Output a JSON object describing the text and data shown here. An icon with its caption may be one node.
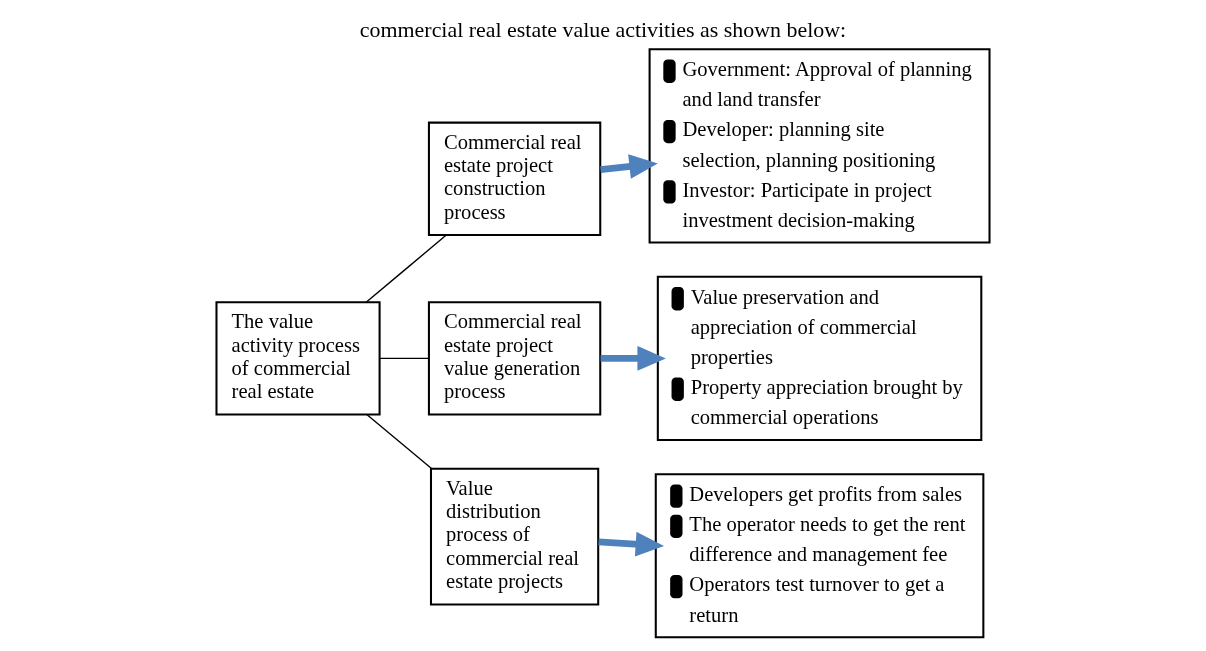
{
  "diagram": {
    "title": "commercial real estate value activities as shown below:",
    "nodes": [
      {
        "text": [
          "The value activity process of commercial real estate"
        ]
      },
      {
        "text": [
          "Commercial real estate project construction process"
        ]
      },
      {
        "text": [
          "Commercial real estate project value generation process"
        ]
      },
      {
        "text": [
          "Value distribution process of commercial real estate projects"
        ]
      },
      {
        "text": [
          "Government: Approval of planning and land transfer",
          "Developer: planning site selection, planning positioning",
          "Investor: Participate in project investment decision-making"
        ]
      },
      {
        "text": [
          "Value preservation and appreciation of commercial properties",
          "Property appreciation brought by commercial operations"
        ]
      },
      {
        "text": [
          "Developers get profits from sales",
          "The operator needs to get the rent difference and management fee",
          "Operators test turnover to get a return"
        ]
      }
    ],
    "edges": [
      {
        "from": 0,
        "to": 1,
        "arrow": "none"
      },
      {
        "from": 0,
        "to": 2,
        "arrow": "none"
      },
      {
        "from": 0,
        "to": 3,
        "arrow": "none"
      },
      {
        "from": 1,
        "to": 4,
        "arrow": "to",
        "style": "thick",
        "color": "#4f81bd"
      },
      {
        "from": 2,
        "to": 5,
        "arrow": "to",
        "style": "thick",
        "color": "#4f81bd"
      },
      {
        "from": 3,
        "to": 6,
        "arrow": "to",
        "style": "thick",
        "color": "#4f81bd"
      }
    ]
  }
}
